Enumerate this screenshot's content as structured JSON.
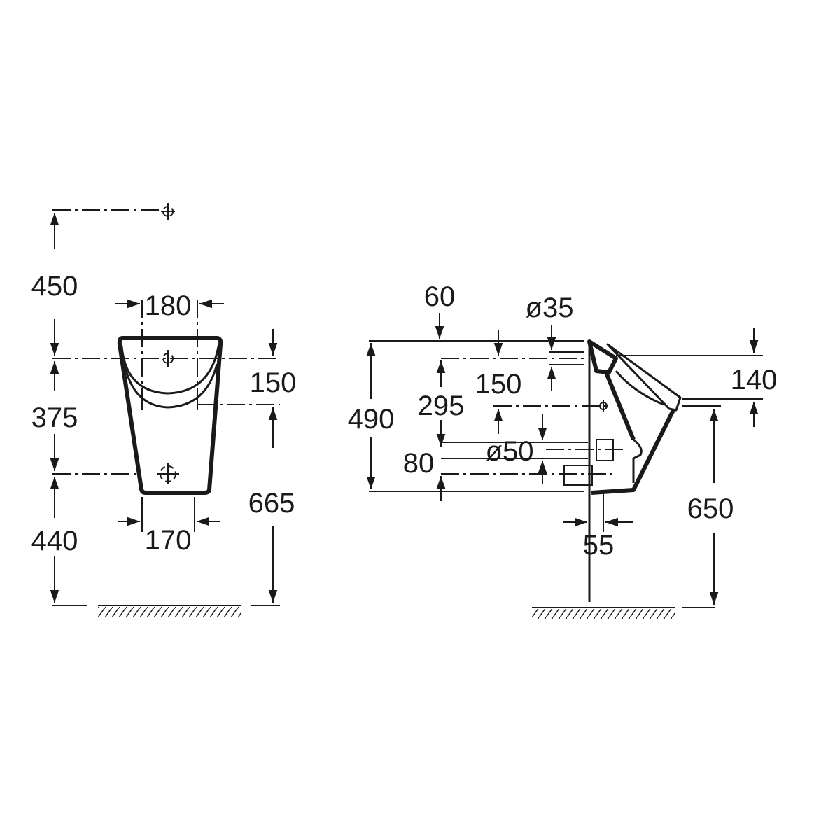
{
  "front_view": {
    "dims": {
      "top_to_inlet": "450",
      "inlet_width": "180",
      "inlet_to_outlet": "375",
      "outlet_to_floor": "440",
      "bottom_width": "170",
      "top_offset": "150",
      "rim_height": "665"
    }
  },
  "side_view": {
    "dims": {
      "top_offset": "60",
      "inlet_diameter": "ø35",
      "height": "490",
      "inlet_drop": "150",
      "inlet_to_fixing": "295",
      "outlet_diameter": "ø50",
      "outlet_spacing": "80",
      "projection_offset": "140",
      "rim_height": "650",
      "wall_depth": "55"
    }
  },
  "colors": {
    "line": "#1a1a1a",
    "background": "#ffffff"
  }
}
